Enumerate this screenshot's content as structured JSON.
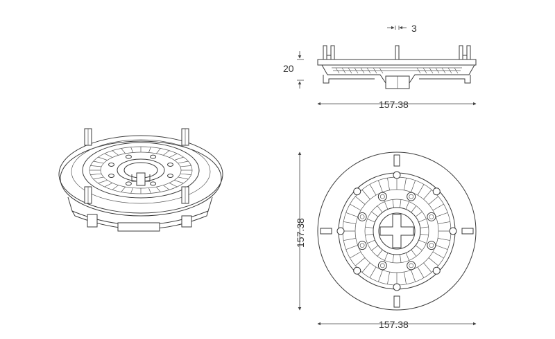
{
  "dimensions": {
    "side_width": "157.38",
    "side_height": "20",
    "tab_width": "3",
    "plan_width": "157.38",
    "plan_height": "157.38"
  },
  "colors": {
    "line": "#3a3a3a",
    "background": "#ffffff"
  }
}
